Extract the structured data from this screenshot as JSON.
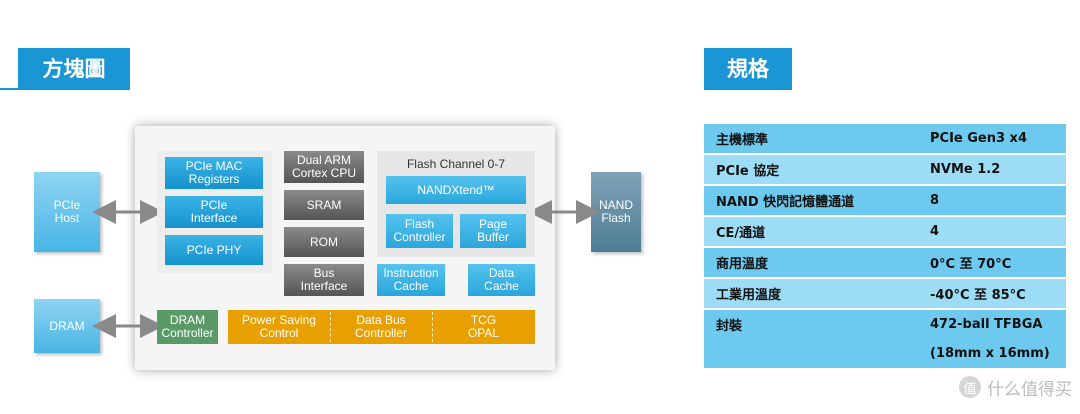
{
  "left_section": {
    "title": "方塊圖"
  },
  "right_section": {
    "title": "規格"
  },
  "diagram": {
    "pcie_host": "PCIe\nHost",
    "dram": "DRAM",
    "nand_flash": "NAND\nFlash",
    "pcie_mac": "PCIe MAC\nRegisters",
    "pcie_interface": "PCIe\nInterface",
    "pcie_phy": "PCIe PHY",
    "cpu": "Dual ARM\nCortex CPU",
    "sram": "SRAM",
    "rom": "ROM",
    "bus_interface": "Bus\nInterface",
    "flash_channel": "Flash Channel 0-7",
    "nandxtend": "NANDXtend™",
    "flash_controller": "Flash\nController",
    "page_buffer": "Page\nBuffer",
    "instruction_cache": "Instruction\nCache",
    "data_cache": "Data\nCache",
    "dram_controller": "DRAM\nController",
    "power_saving": "Power Saving\nControl",
    "data_bus": "Data Bus\nController",
    "tcg_opal": "TCG\nOPAL"
  },
  "specs": {
    "rows": [
      {
        "key": "主機標準",
        "value": "PCIe Gen3 x4"
      },
      {
        "key": "PCIe 協定",
        "value": "NVMe 1.2"
      },
      {
        "key": "NAND 快閃記憶體通道",
        "value": "8"
      },
      {
        "key": "CE/通道",
        "value": "4"
      },
      {
        "key": "商用溫度",
        "value": "0°C 至 70°C"
      },
      {
        "key": "工業用溫度",
        "value": "-40°C 至 85°C"
      },
      {
        "key": "封裝",
        "value": "472-ball TFBGA"
      },
      {
        "key": "",
        "value": "(18mm x 16mm)"
      }
    ]
  },
  "watermark": {
    "text": "值 什么值得买"
  },
  "colors": {
    "accent": "#1a96d4",
    "table_dark": "#6dcaee",
    "table_light": "#9cdcf5",
    "orange": "#e8a000"
  }
}
